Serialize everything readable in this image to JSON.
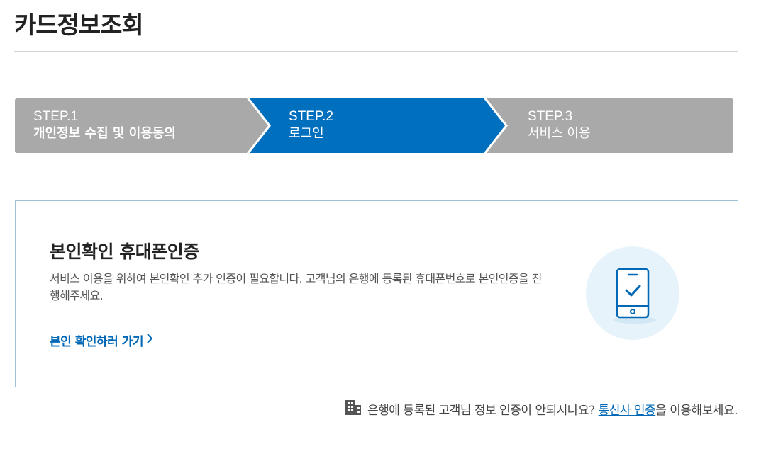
{
  "page": {
    "title": "카드정보조회"
  },
  "colors": {
    "step_active": "#006fbe",
    "step_inactive": "#a9a9a9",
    "link": "#0068b7",
    "card_border": "#9ac3d6",
    "illustration_bg": "#e6f3fb"
  },
  "stepper": {
    "steps": [
      {
        "number": "STEP.1",
        "label": "개인정보 수집 및 이용동의",
        "state": "inactive"
      },
      {
        "number": "STEP.2",
        "label": "로그인",
        "state": "active"
      },
      {
        "number": "STEP.3",
        "label": "서비스 이용",
        "state": "inactive"
      }
    ]
  },
  "card": {
    "title": "본인확인 휴대폰인증",
    "description": "서비스 이용을 위하여 본인확인 추가 인증이 필요합니다. 고객님의 은행에 등록된 휴대폰번호로 본인인증을 진행해주세요.",
    "link_label": "본인 확인하러 가기",
    "link_icon": "chevron-right-icon",
    "illustration_icon": "phone-check-icon"
  },
  "footer": {
    "icon": "building-icon",
    "text_before": "은행에 등록된 고객님 정보 인증이 안되시나요?",
    "link_label": "통신사 인증",
    "text_after": "을 이용해보세요."
  }
}
